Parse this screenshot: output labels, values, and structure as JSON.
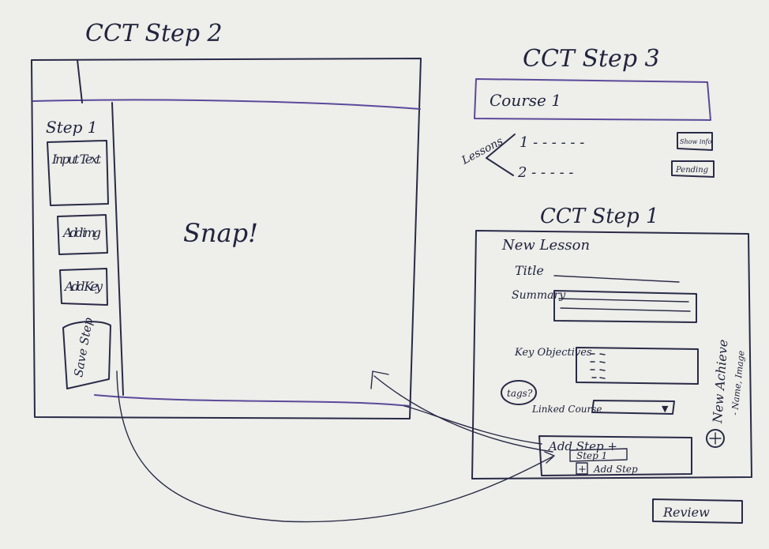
{
  "step2": {
    "title": "CCT Step 2",
    "sidebar_label": "Step 1",
    "buttons": [
      "Input Text",
      "Add img",
      "Add Key",
      "Save Step"
    ],
    "canvas_label": "Snap!"
  },
  "step3": {
    "title": "CCT Step 3",
    "course": "Course 1",
    "lessons_label": "Lessons",
    "lessons": [
      "1 - - - - - -",
      "2 - - - - -"
    ],
    "show_label": "Show info",
    "pending_label": "Pending"
  },
  "step1": {
    "title": "CCT Step 1",
    "heading": "New Lesson",
    "title_label": "Title",
    "summary_label": "Summary",
    "objectives_label": "Key Objectives",
    "tags_label": "tags?",
    "linked_course_label": "Linked Course",
    "dropdown_arrow": "▼",
    "add_step_label": "Add Step +",
    "step_item": "Step 1",
    "add_step_button": "Add Step",
    "plus_icon": "+",
    "new_achieve_label": "New Achieve",
    "new_achieve_sub": "- Name, Image",
    "review_label": "Review"
  }
}
